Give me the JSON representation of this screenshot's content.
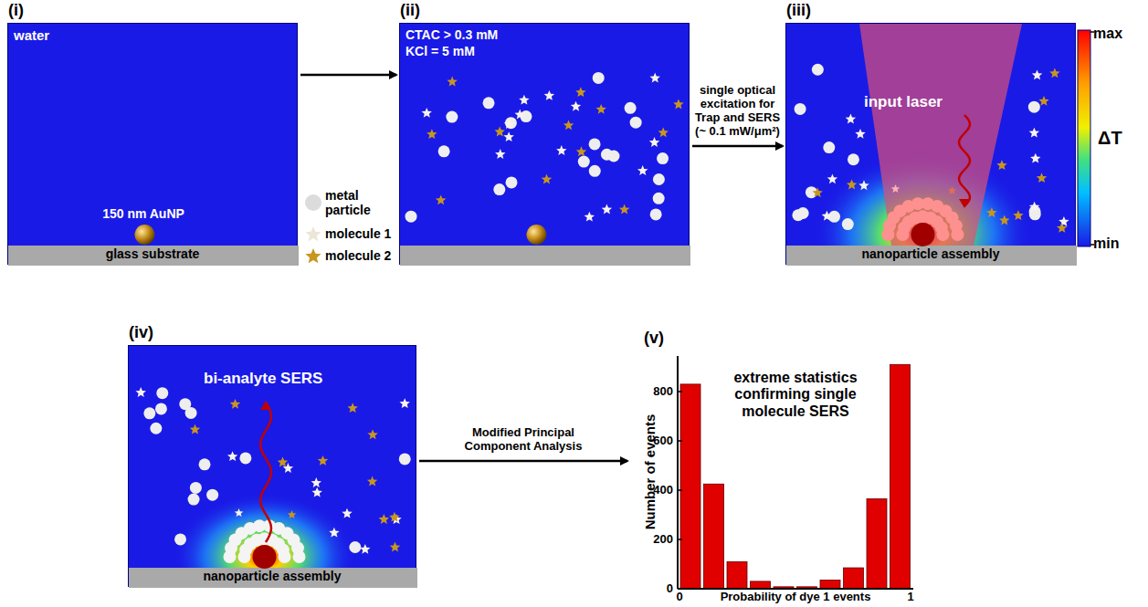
{
  "diagram": {
    "nodes": [
      {
        "text": [
          "(i)",
          "water",
          "150 nm AuNP",
          "glass substrate"
        ]
      },
      {
        "text": [
          "(ii)",
          "CTAC > 0.3 mM",
          "KCl = 5 mM"
        ]
      },
      {
        "text": [
          "(iii)",
          "input laser",
          "nanoparticle assembly"
        ]
      },
      {
        "text": [
          "(iv)",
          "bi-analyte SERS",
          "nanoparticle assembly"
        ]
      },
      {
        "text": [
          "(v)",
          "extreme statistics confirming single molecule SERS"
        ]
      }
    ],
    "edges": [
      {
        "from": 0,
        "to": 1,
        "arrow": "to"
      },
      {
        "from": 1,
        "to": 2,
        "arrow": "to",
        "label": "single optical excitation for Trap and SERS (~ 0.1 mW/μm²)"
      },
      {
        "from": 3,
        "to": 4,
        "arrow": "to",
        "label": "Modified Principal Component Analysis"
      }
    ],
    "labels": [
      "max",
      "ΔT",
      "min",
      "Number of events",
      "0",
      "200",
      "400",
      "600",
      "800",
      "0",
      "Probability of dye 1 events",
      "1"
    ],
    "legend": [
      {
        "text": "metal particle"
      },
      {
        "text": "molecule 1"
      },
      {
        "text": "molecule 2"
      }
    ]
  }
}
